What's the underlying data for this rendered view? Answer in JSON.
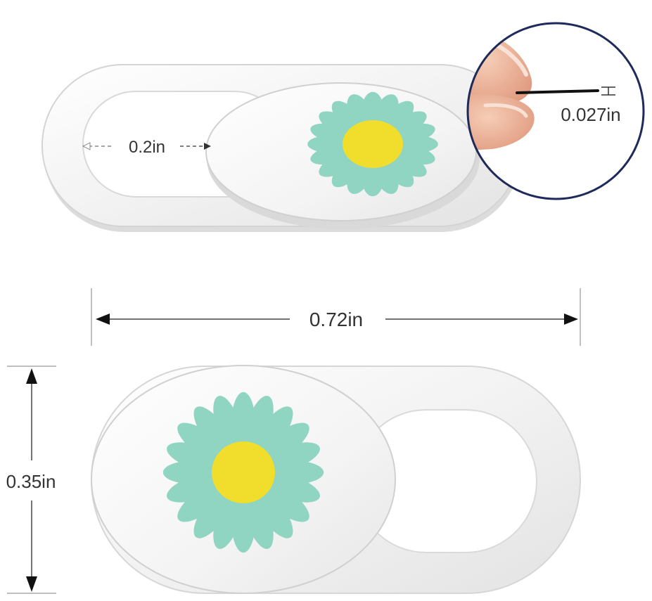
{
  "figure": {
    "top_view": {
      "opening_width_label": "0.2in"
    },
    "zoom_inset": {
      "thickness_label": "0.027in"
    },
    "front_view": {
      "width_label": "0.72in",
      "height_label": "0.35in"
    }
  },
  "colors": {
    "petal": "#8fd5c2",
    "flower_center": "#f1dd2b",
    "metal_light": "#f7f7f7",
    "metal_edge": "#cfcfcf",
    "inset_border": "#1e2a5a",
    "dimension_line": "#333333"
  }
}
